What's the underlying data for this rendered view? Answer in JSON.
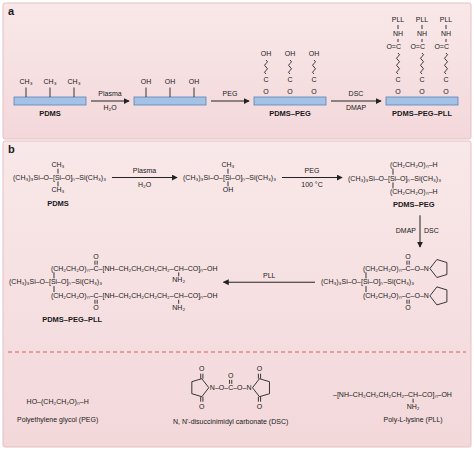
{
  "diagram": {
    "nodes": [
      {
        "text": [
          "a"
        ]
      },
      {
        "text": [
          "CH₃",
          "CH₃",
          "CH₃",
          "PDMS"
        ],
        "in": 0
      },
      {
        "text": [
          "OH",
          "OH",
          "OH"
        ],
        "in": 0
      },
      {
        "text": [
          "OH",
          "C",
          "O",
          "OH",
          "C",
          "O",
          "OH",
          "C",
          "O",
          "PDMS–PEG"
        ],
        "in": 0
      },
      {
        "text": [
          "PLL",
          "NH",
          "O=C",
          "C",
          "O",
          "PLL",
          "NH",
          "O=C",
          "C",
          "O",
          "PLL",
          "NH",
          "O=C",
          "C",
          "O",
          "PDMS–PEG–PLL"
        ],
        "in": 0
      },
      {
        "text": [
          "b"
        ]
      },
      {
        "text": [
          "CH₃",
          "(CH₃)₃Si–O–[",
          "Si",
          "–O]ₙ–Si(CH₃)₃",
          "CH₃",
          "PDMS"
        ],
        "in": 5
      },
      {
        "text": [
          "CH₃",
          "(CH₃)₃Si–O–[",
          "Si",
          "–O]ₙ–Si(CH₃)₃",
          "OH"
        ],
        "in": 5
      },
      {
        "text": [
          "(CH₂CH₂O)ₙ–H",
          "(CH₃)₃Si–O–[",
          "Si",
          "–O]ₙ–Si(CH₃)₃",
          "(CH₂CH₂O)ₙ–H",
          "PDMS–PEG"
        ],
        "in": 5
      },
      {
        "text": [
          "O",
          "(CH₂CH₂O)ₙ–",
          "C",
          "–O–N",
          "(CH₃)₃Si–O–[",
          "Si",
          "–O]ₙ–Si(CH₃)₃",
          "(CH₂CH₂O)ₙ–",
          "C",
          "–O–N",
          "O"
        ],
        "in": 5
      },
      {
        "text": [
          "O",
          "(CH₂CH₂O)ₙ–",
          "C",
          "–[NH–CH₂CH₂CH₂CH₂–",
          "CH",
          "–CO]ₙ–OH",
          "NH₂",
          "(CH₃)₃Si–O–[",
          "Si",
          "–O]ₙ–Si(CH₃)₃",
          "(CH₂CH₂O)ₙ–",
          "C",
          "–[NH–CH₂CH₂CH₂CH₂–",
          "CH",
          "–CO]ₙ–OH",
          "O",
          "NH₂",
          "PDMS–PEG–PLL"
        ],
        "in": 5
      },
      {
        "text": [
          "HO–(CH₂CH₂O)ₙ–H",
          "Polyethylene glycol (PEG)"
        ],
        "in": 5
      },
      {
        "text": [
          "O",
          "O",
          "O",
          "N",
          "–O–",
          "C",
          "–O–",
          "N",
          "O",
          "O",
          "N, N'-disuccinimidyl carbonate (DSC)"
        ],
        "in": 5
      },
      {
        "text": [
          "–[NH–CH₂CH₂CH₂CH₂–",
          "CH",
          "–CO]ₙ–OH",
          "NH₂",
          "Poly-L-lysine (PLL)"
        ],
        "in": 5
      }
    ],
    "edges": [
      {
        "from": 1,
        "to": 2,
        "label": "Plasma",
        "arrow": "to"
      },
      {
        "from": 2,
        "to": 3,
        "label": "PEG",
        "arrow": "to"
      },
      {
        "from": 3,
        "to": 4,
        "label": "DSC",
        "arrow": "to"
      },
      {
        "from": 6,
        "to": 7,
        "label": "Plasma",
        "arrow": "to"
      },
      {
        "from": 7,
        "to": 8,
        "label": "PEG",
        "arrow": "to"
      },
      {
        "from": 8,
        "to": 9,
        "label": "DSC",
        "arrow": "to"
      },
      {
        "from": 9,
        "to": 10,
        "label": "PLL",
        "arrow": "to"
      }
    ],
    "labels": [
      "H₂O",
      "DMAP",
      "H₂O",
      "100 °C",
      "DMAP"
    ]
  }
}
